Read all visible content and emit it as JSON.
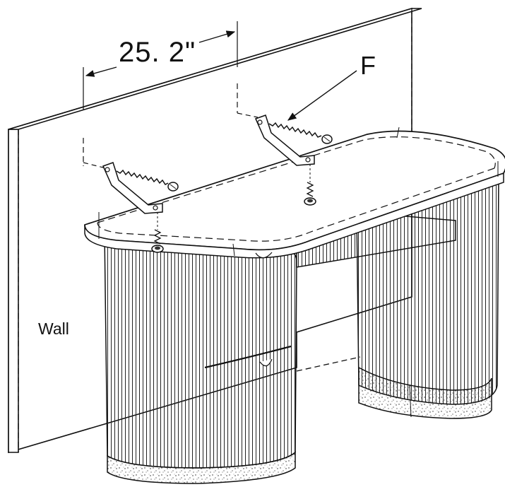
{
  "diagram": {
    "dimension_label": "25. 2\"",
    "hardware_label": "F",
    "wall_label": "Wall",
    "colors": {
      "line": "#111111",
      "background": "#ffffff"
    }
  }
}
